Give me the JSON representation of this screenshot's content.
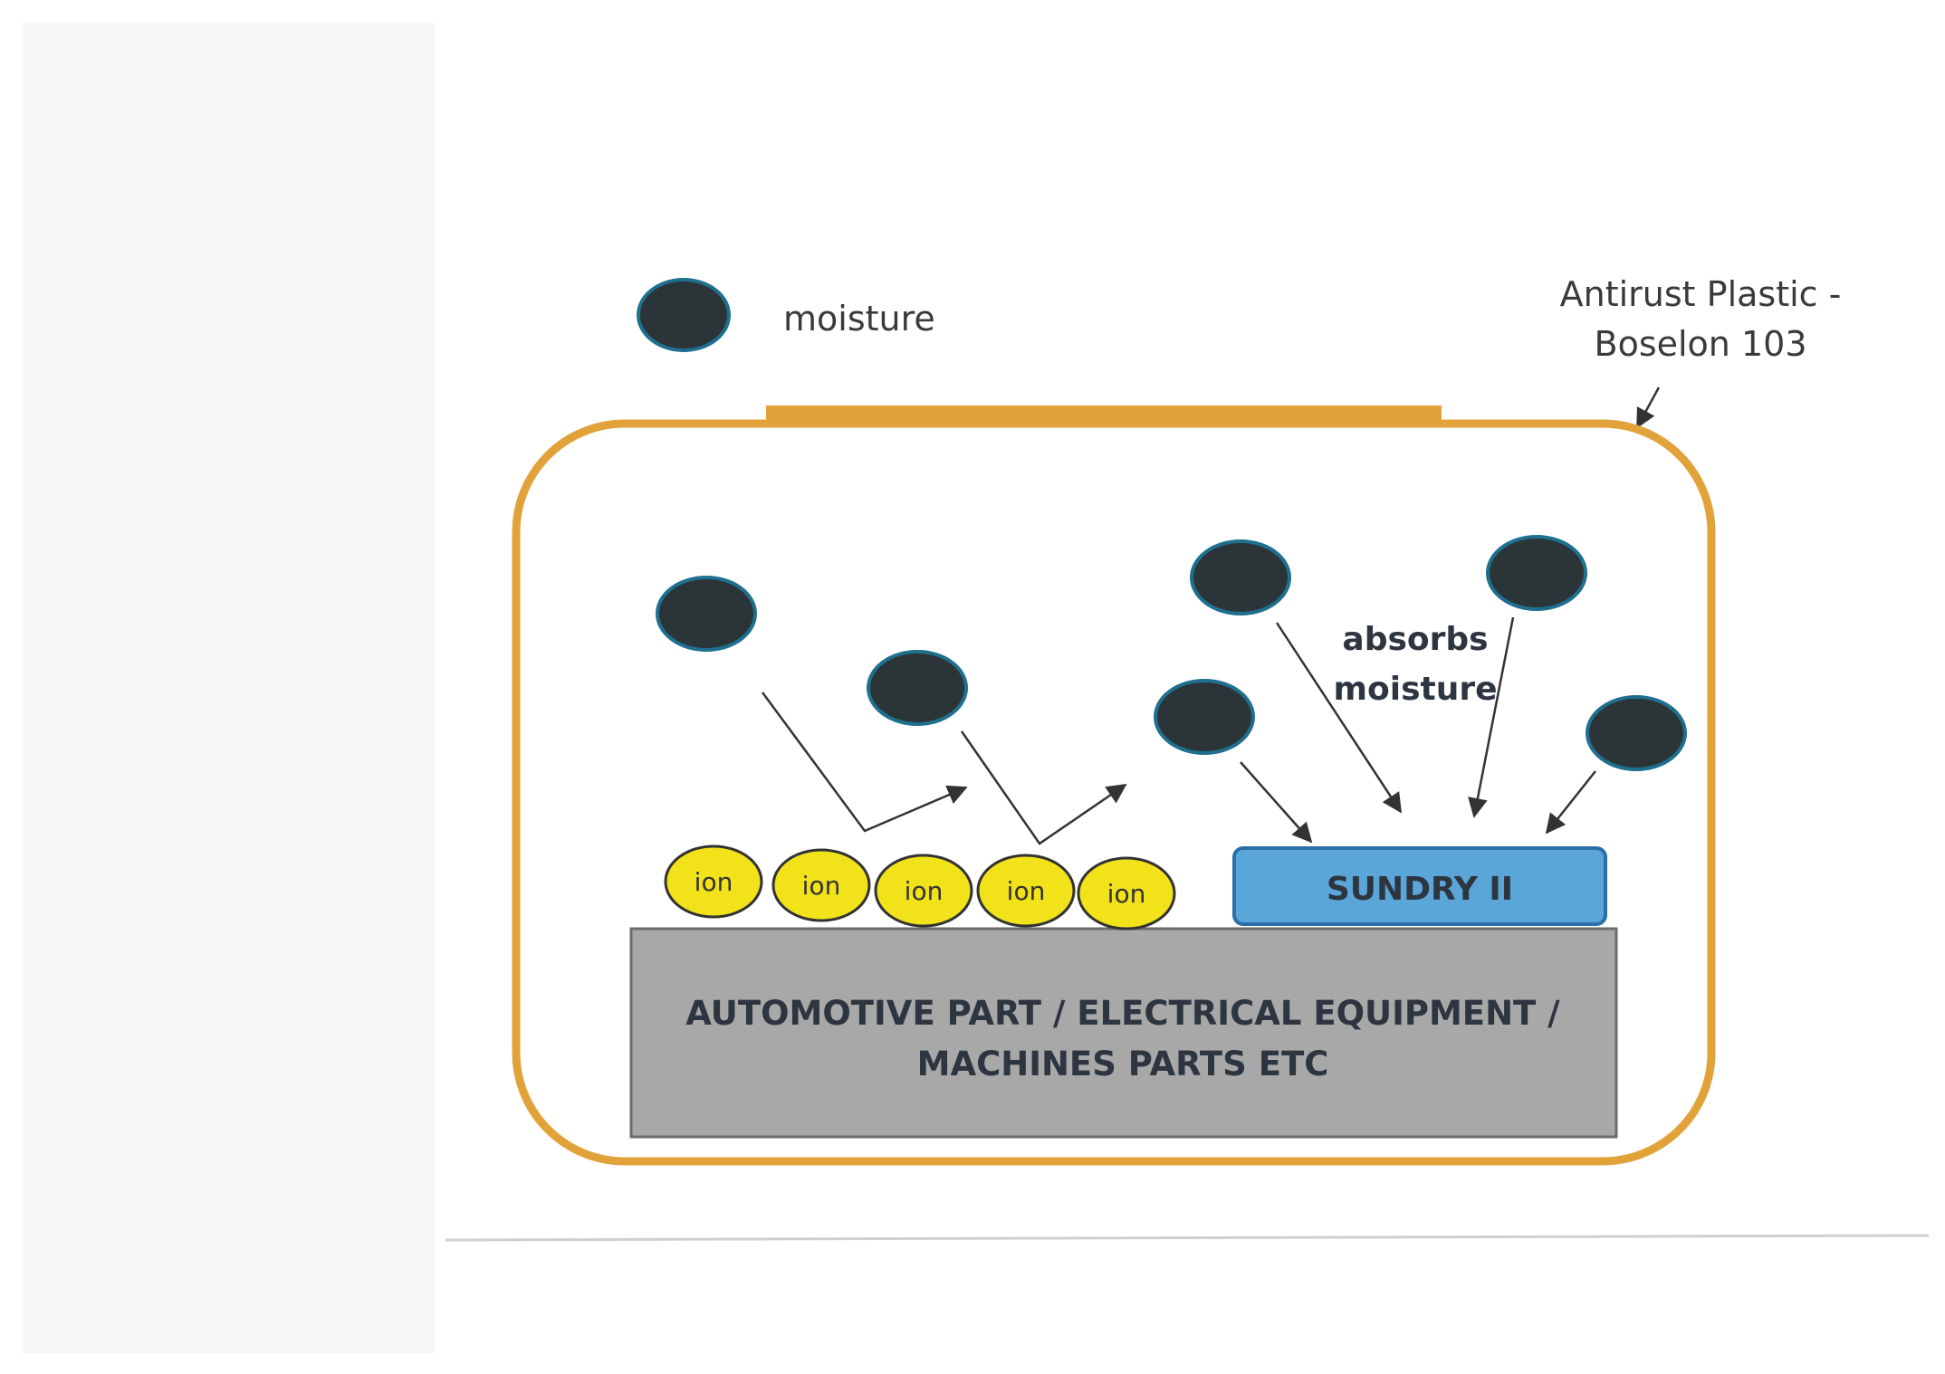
{
  "legend": {
    "moisture_label": "moisture"
  },
  "plastic_label": {
    "line1": "Antirust Plastic -",
    "line2": "Boselon 103"
  },
  "absorb_label": {
    "line1": "absorbs",
    "line2": "moisture"
  },
  "sundry_label": "SUNDRY II",
  "ion_labels": [
    "ion",
    "ion",
    "ion",
    "ion",
    "ion"
  ],
  "base_label": {
    "line1": "AUTOMOTIVE PART / ELECTRICAL EQUIPMENT /",
    "line2": "MACHINES PARTS ETC"
  },
  "colors": {
    "moisture_fill": "#2b3436",
    "moisture_stroke": "#1f6f8f",
    "bag_outline": "#e2a23a",
    "ion_fill": "#f2e21a",
    "sundry_fill": "#5aa6d8",
    "sundry_stroke": "#2a6fa8",
    "base_fill": "#a8a8a8",
    "arrow": "#333333"
  }
}
